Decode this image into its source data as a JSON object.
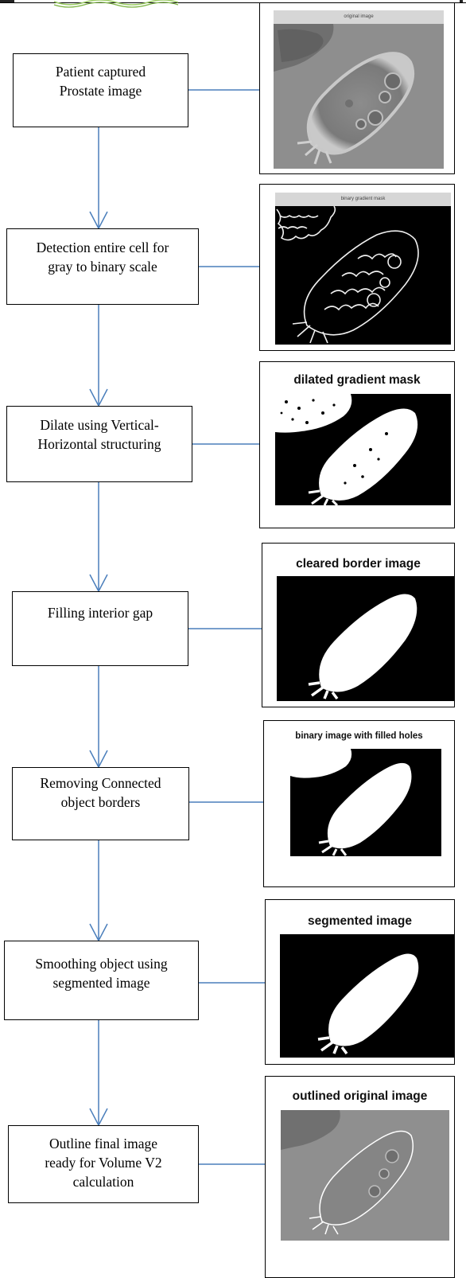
{
  "steps": [
    {
      "label": "Patient captured\nProstate image"
    },
    {
      "label": "Detection entire cell for\ngray to binary scale"
    },
    {
      "label": "Dilate using Vertical-\nHorizontal structuring"
    },
    {
      "label": "Filling interior gap"
    },
    {
      "label": "Removing Connected\nobject borders"
    },
    {
      "label": "Smoothing object using\nsegmented image"
    },
    {
      "label": "Outline final image\nready for Volume V2\ncalculation"
    }
  ],
  "panels": [
    {
      "title": "original image"
    },
    {
      "title": "binary gradient mask"
    },
    {
      "title": "dilated gradient mask"
    },
    {
      "title": "cleared border image"
    },
    {
      "title": "binary image with filled holes"
    },
    {
      "title": "segmented image"
    },
    {
      "title": "outlined original image"
    }
  ],
  "colors": {
    "connector": "#4a7ebb",
    "border": "#000000"
  }
}
